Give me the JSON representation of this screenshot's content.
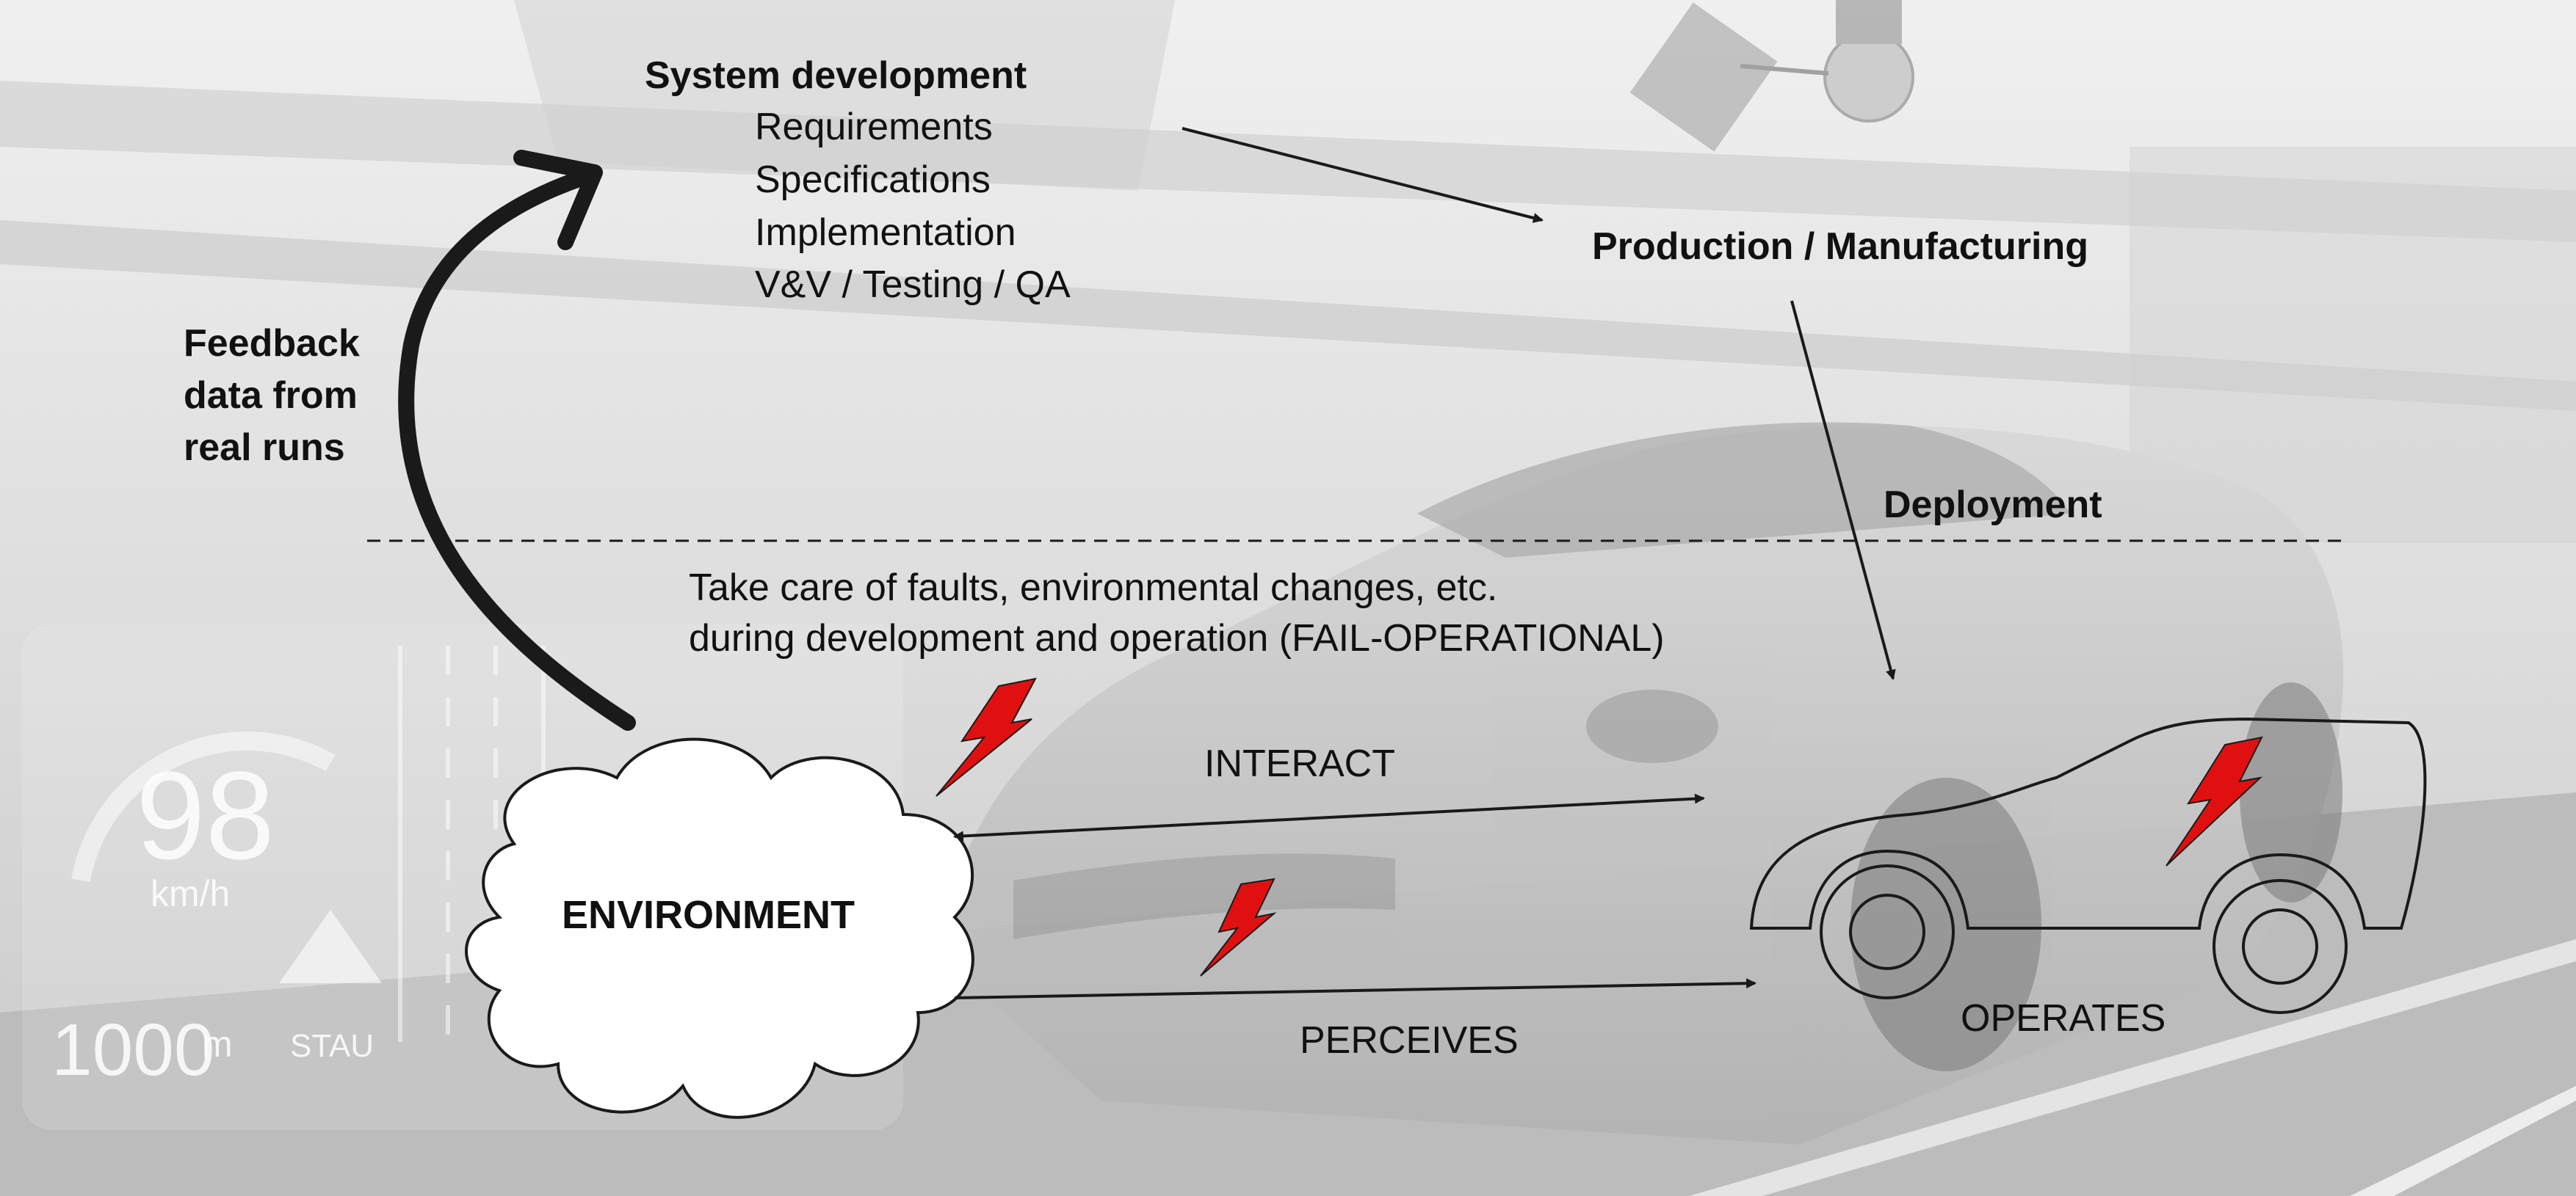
{
  "system_development": {
    "title": "System development",
    "items": [
      "Requirements",
      "Specifications",
      "Implementation",
      "V&V / Testing / QA"
    ]
  },
  "production_label": "Production / Manufacturing",
  "feedback_label": [
    "Feedback",
    "data from",
    "real runs"
  ],
  "deployment_label": "Deployment",
  "faults_note": [
    "Take care of faults, environmental changes, etc.",
    "during development and operation (FAIL-OPERATIONAL)"
  ],
  "environment_label": "ENVIRONMENT",
  "interact_label": "INTERACT",
  "perceives_label": "PERCEIVES",
  "operates_label": "OPERATES",
  "hud": {
    "speed": "98",
    "speed_unit": "km/h",
    "distance": "1000",
    "distance_unit": "m",
    "traffic_sign": "STAU"
  },
  "colors": {
    "background": "#e6e6e6",
    "arrow": "#1a1a1a",
    "fault_bolt": "#e01010"
  }
}
